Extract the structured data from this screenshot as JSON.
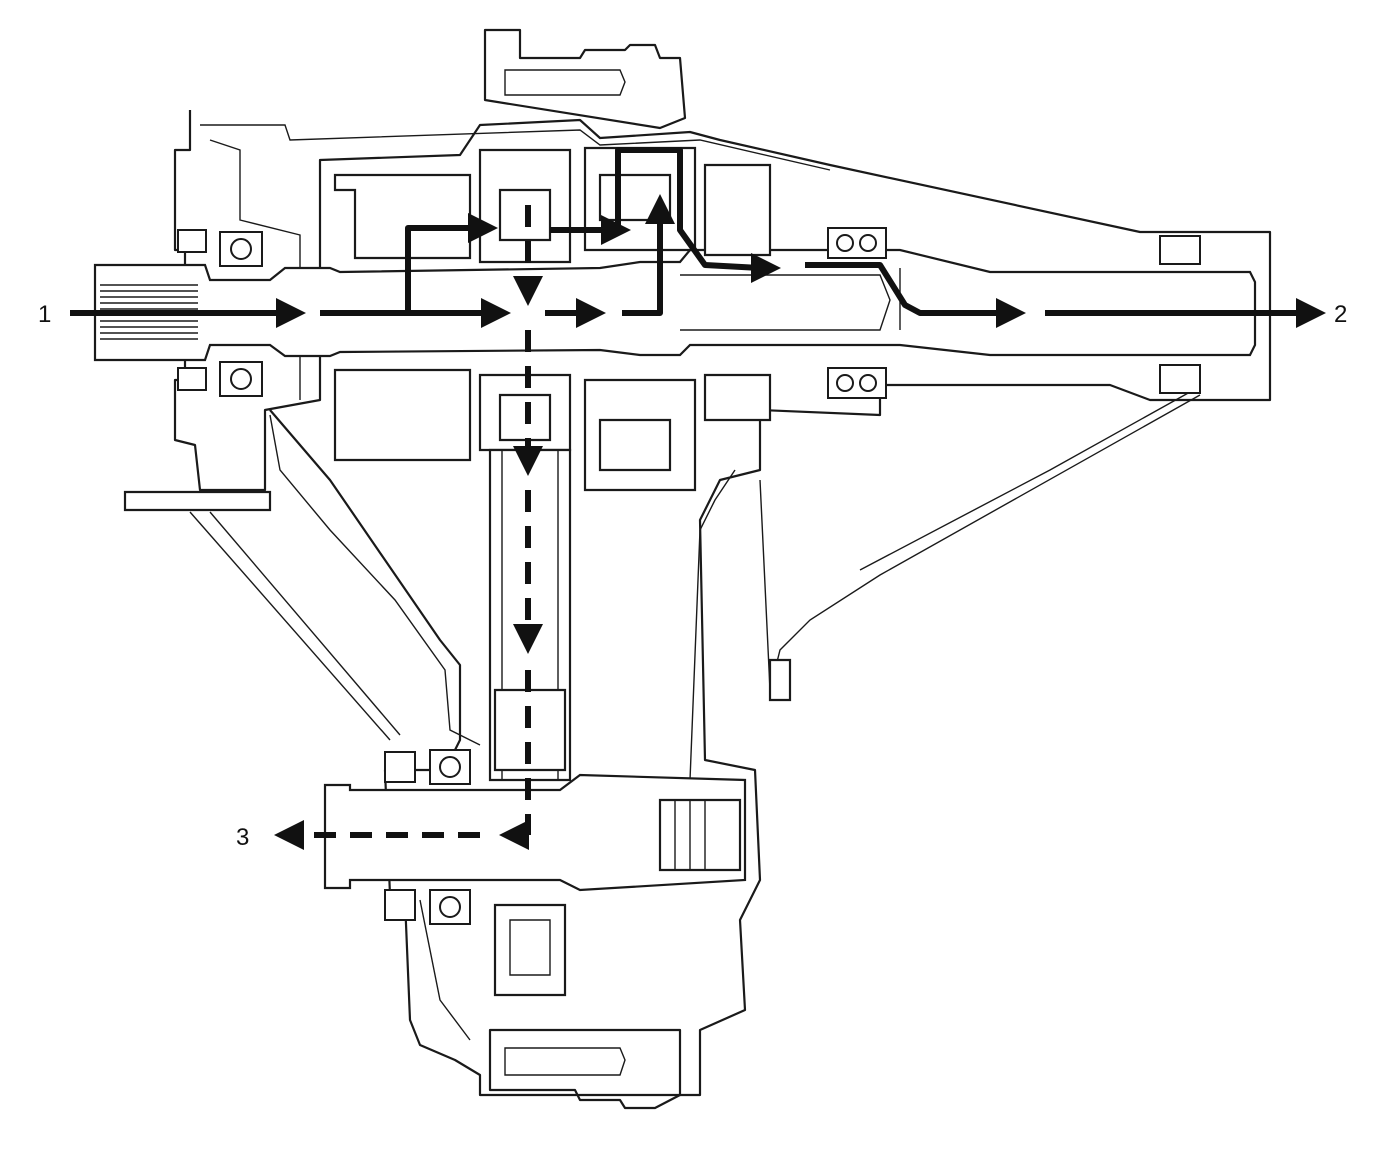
{
  "labels": {
    "input": "1",
    "rear_output": "2",
    "front_output": "3"
  },
  "colors": {
    "line": "#1a1a1a",
    "flow": "#111111",
    "background": "#ffffff"
  }
}
